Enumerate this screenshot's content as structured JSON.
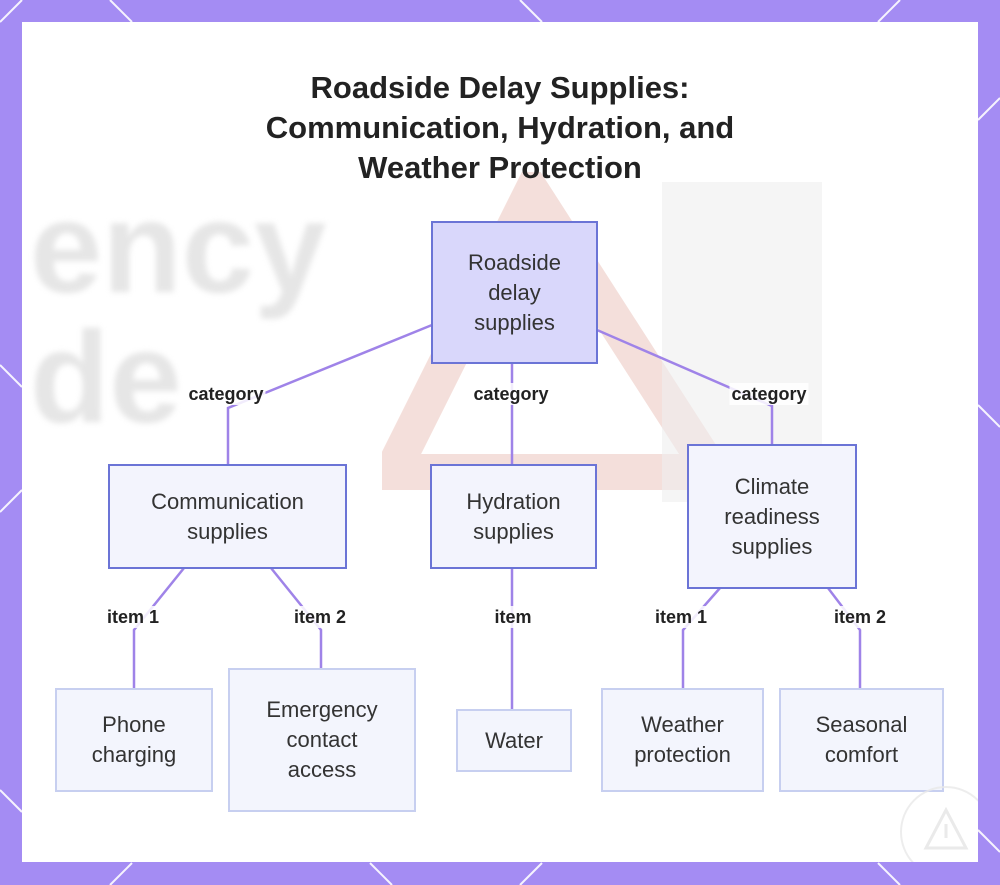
{
  "title_lines": [
    "Roadside Delay Supplies:",
    "Communication, Hydration, and",
    "Weather Protection"
  ],
  "nodes": {
    "root": [
      "Roadside",
      "delay",
      "supplies"
    ],
    "communication": [
      "Communication",
      "supplies"
    ],
    "hydration": [
      "Hydration",
      "supplies"
    ],
    "climate": [
      "Climate",
      "readiness",
      "supplies"
    ],
    "phone": [
      "Phone",
      "charging"
    ],
    "emergency": [
      "Emergency",
      "contact",
      "access"
    ],
    "water": [
      "Water"
    ],
    "weather": [
      "Weather",
      "protection"
    ],
    "seasonal": [
      "Seasonal",
      "comfort"
    ]
  },
  "edge_labels": {
    "root_communication": "category",
    "root_hydration": "category",
    "root_climate": "category",
    "communication_phone": "item 1",
    "communication_emergency": "item 2",
    "hydration_water": "item",
    "climate_weather": "item 1",
    "climate_seasonal": "item 2"
  },
  "colors": {
    "frame": "#a48cf3",
    "edge": "#9f83e8",
    "root_fill": "#d9d7fb",
    "node_border": "#6b74d6",
    "leaf_border": "#c7cff0"
  }
}
